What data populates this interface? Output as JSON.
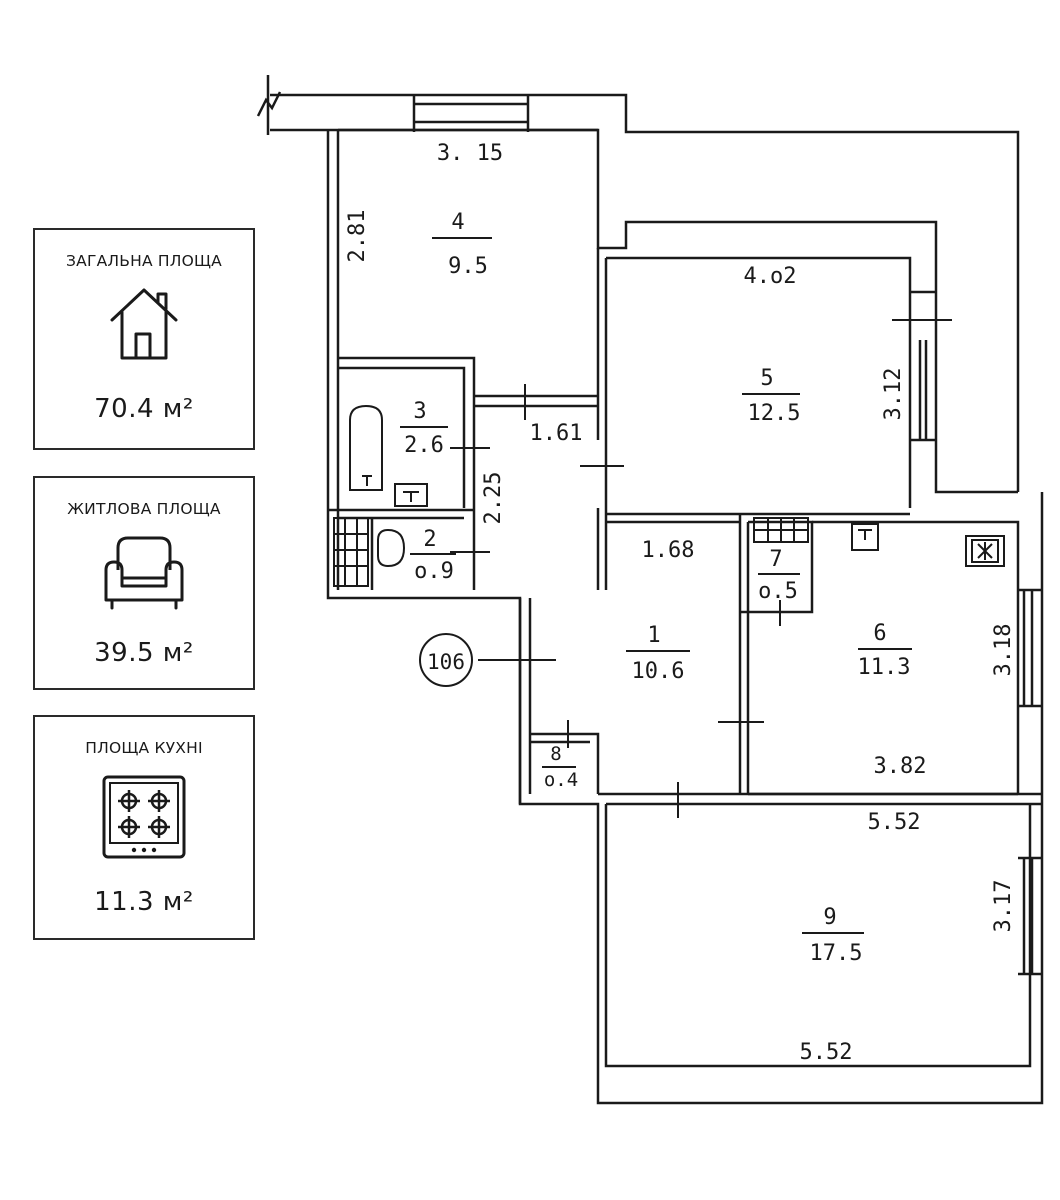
{
  "cards": {
    "total": {
      "title": "ЗАГАЛЬНА ПЛОЩА",
      "value": "70.4 м²",
      "icon": "house-icon"
    },
    "living": {
      "title": "ЖИТЛОВА ПЛОЩА",
      "value": "39.5 м²",
      "icon": "armchair-icon"
    },
    "kitchen": {
      "title": "ПЛОЩА КУХНІ",
      "value": "11.3 м²",
      "icon": "stove-icon"
    }
  },
  "plan": {
    "apartment_label": "106",
    "rooms": [
      {
        "number": "1",
        "area": "10.6"
      },
      {
        "number": "2",
        "area": "o.9"
      },
      {
        "number": "3",
        "area": "2.6"
      },
      {
        "number": "4",
        "area": "9.5"
      },
      {
        "number": "5",
        "area": "12.5"
      },
      {
        "number": "6",
        "area": "11.3"
      },
      {
        "number": "7",
        "area": "o.5"
      },
      {
        "number": "8",
        "area": "o.4"
      },
      {
        "number": "9",
        "area": "17.5"
      }
    ],
    "dimensions": {
      "d1": "3. 15",
      "d2": "2.81",
      "d3": "4.o2",
      "d4": "3.12",
      "d5": "1.61",
      "d6": "2.25",
      "d7": "1.68",
      "d8": "3.18",
      "d9": "3.82",
      "d10": "5.52",
      "d11": "3.17",
      "d12": "5.52"
    }
  },
  "colors": {
    "line": "#1a1a1a",
    "background": "#ffffff"
  }
}
